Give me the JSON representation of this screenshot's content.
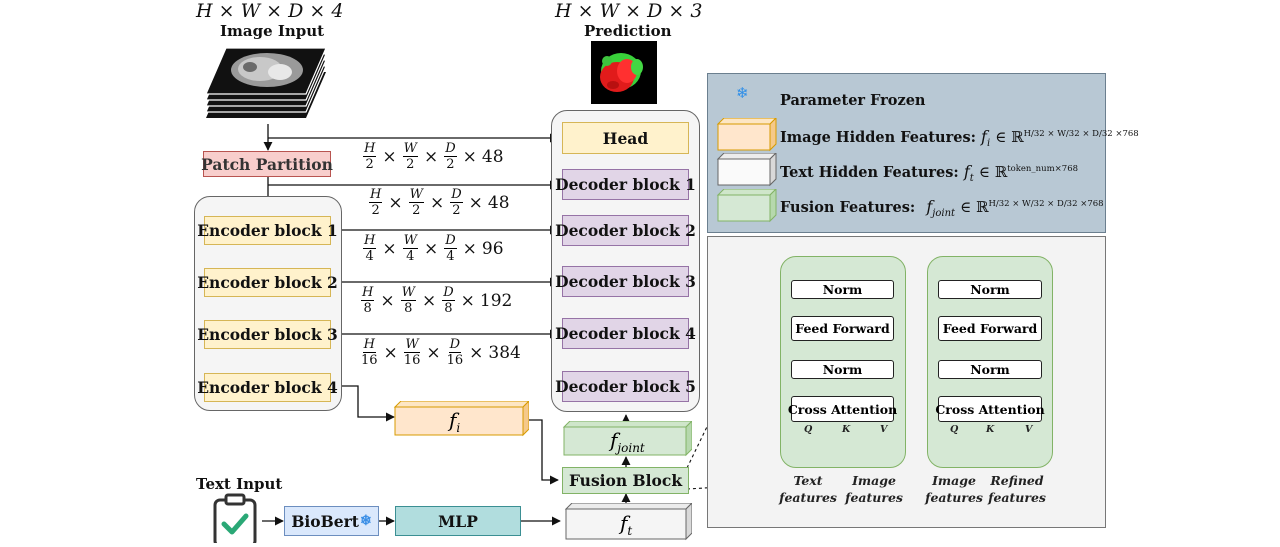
{
  "top": {
    "input_dims": "H × W × D × 4",
    "input_label": "Image Input",
    "pred_dims": "H × W × D × 3",
    "pred_label": "Prediction"
  },
  "blocks": {
    "patch": "Patch Partition",
    "encoders": [
      "Encoder block 1",
      "Encoder block 2",
      "Encoder block 3",
      "Encoder block 4"
    ],
    "head": "Head",
    "decoders": [
      "Decoder block 1",
      "Decoder block 2",
      "Decoder block 3",
      "Decoder block 4",
      "Decoder block 5"
    ],
    "fusion": "Fusion Block",
    "biobert": "BioBert",
    "mlp": "MLP",
    "text_input": "Text Input"
  },
  "features": {
    "fi": "f",
    "fi_sub": "i",
    "fjoint": "f",
    "fjoint_sub": "joint",
    "ft": "f",
    "ft_sub": "t"
  },
  "dims": [
    {
      "n1": "H",
      "d1": "2",
      "n2": "W",
      "d2": "2",
      "n3": "D",
      "d3": "2",
      "c": "48"
    },
    {
      "n1": "H",
      "d1": "2",
      "n2": "W",
      "d2": "2",
      "n3": "D",
      "d3": "2",
      "c": "48"
    },
    {
      "n1": "H",
      "d1": "4",
      "n2": "W",
      "d2": "4",
      "n3": "D",
      "d3": "4",
      "c": "96"
    },
    {
      "n1": "H",
      "d1": "8",
      "n2": "W",
      "d2": "8",
      "n3": "D",
      "d3": "8",
      "c": "192"
    },
    {
      "n1": "H",
      "d1": "16",
      "n2": "W",
      "d2": "16",
      "n3": "D",
      "d3": "16",
      "c": "384"
    }
  ],
  "legend": {
    "frozen": "Parameter Frozen",
    "image_hidden": "Image Hidden Features:",
    "image_hidden_math": "f",
    "image_hidden_sub": "i",
    "image_hidden_set": "∈ ℝ",
    "image_hidden_exp": "H/32 × W/32 × D/32 ×768",
    "text_hidden": "Text Hidden Features:",
    "text_hidden_math": "f",
    "text_hidden_sub": "t",
    "text_hidden_set": "∈ ℝ",
    "text_hidden_exp": "token_num×768",
    "fusion": "Fusion Features:",
    "fusion_math": "f",
    "fusion_sub": "joint",
    "fusion_set": "∈ ℝ",
    "fusion_exp": "H/32 × W/32 × D/32 ×768"
  },
  "detail": {
    "left": {
      "norm_top": "Norm",
      "ff": "Feed Forward",
      "norm_mid": "Norm",
      "ca": "Cross Attention",
      "q": "Q",
      "k": "K",
      "v": "V"
    },
    "right": {
      "norm_top": "Norm",
      "ff": "Feed Forward",
      "norm_mid": "Norm",
      "ca": "Cross Attention",
      "q": "Q",
      "k": "K",
      "v": "V"
    },
    "inputs": {
      "text": "Text features",
      "image": "Image features",
      "image2": "Image features",
      "refined": "Refined features"
    }
  },
  "colors": {
    "encoder": "#fff2cc",
    "decoder": "#e1d5e7",
    "patch": "#f8cecc",
    "fusion": "#d5e8d4",
    "biobert": "#dae8fc",
    "mlp": "#b1ddde",
    "snowflake": "#3a8ee6",
    "check": "#2aa876"
  },
  "icons": [
    "mri-stack-icon",
    "prediction-icon",
    "snowflake-icon",
    "clipboard-check-icon"
  ]
}
